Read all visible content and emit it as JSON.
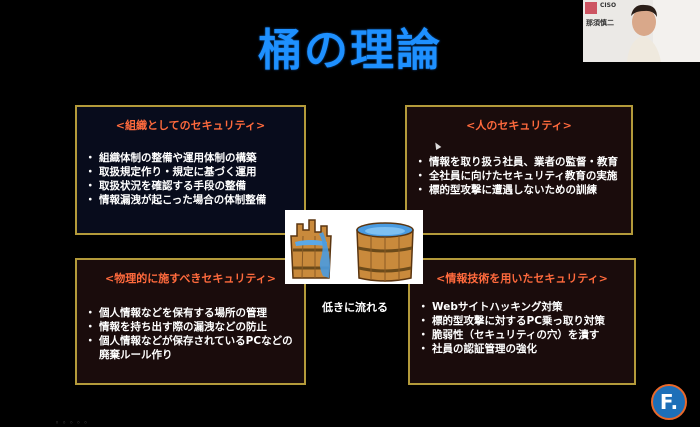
{
  "slide": {
    "title": "桶の理論",
    "caption": "低きに流れる"
  },
  "boxes": {
    "org": {
      "heading": "<組織としてのセキュリティ>",
      "items": [
        "組織体制の整備や運用体制の構築",
        "取扱規定作り・規定に基づく運用",
        "取扱状況を確認する手段の整備",
        "情報漏洩が起こった場合の体制整備"
      ]
    },
    "human": {
      "heading": "<人のセキュリティ>",
      "items": [
        "情報を取り扱う社員、業者の監督・教育",
        "全社員に向けたセキュリティ教育の実施",
        "標的型攻撃に遭遇しないための訓練"
      ]
    },
    "physical": {
      "heading": "<物理的に施すべきセキュリティ>",
      "items": [
        "個人情報などを保有する場所の管理",
        "情報を持ち出す際の漏洩などの防止",
        "個人情報などが保存されているPCなどの廃棄ルール作り"
      ]
    },
    "tech": {
      "heading": "<情報技術を用いたセキュリティ>",
      "items": [
        "Webサイトハッキング対策",
        "標的型攻撃に対するPC乗っ取り対策",
        "脆弱性（セキュリティの穴）を潰す",
        "社員の認証管理の強化"
      ]
    }
  },
  "webcam": {
    "org_label": "CISO",
    "name": "那須慎二"
  },
  "logo": {
    "letter": "F."
  },
  "colors": {
    "title": "#1e90ff",
    "heading": "#ff6a3d",
    "border": "#b39a3a",
    "logo_bg": "#1d6fb8",
    "logo_ring": "#e9682a"
  }
}
